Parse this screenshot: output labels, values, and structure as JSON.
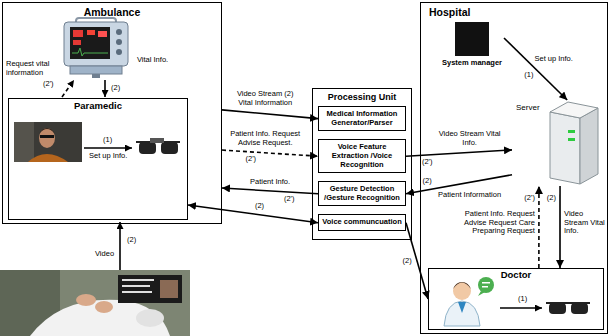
{
  "diagram": {
    "nodes": [
      {
        "text": [
          "Ambulance"
        ]
      },
      {
        "text": [
          "Paramedic"
        ],
        "in": 0
      },
      {
        "text": [
          "Processing Unit"
        ]
      },
      {
        "text": [
          "Medical Information Generator/Parser"
        ],
        "in": 2
      },
      {
        "text": [
          "Voice Feature Extraction /Voice Recognition"
        ],
        "in": 2
      },
      {
        "text": [
          "Gesture Detection /Gesture Recognition"
        ],
        "in": 2
      },
      {
        "text": [
          "Voice communcuation"
        ],
        "in": 2
      },
      {
        "text": [
          "Hospital"
        ]
      },
      {
        "text": [
          "System manager"
        ],
        "in": 7
      },
      {
        "text": [
          "Server"
        ],
        "in": 7
      },
      {
        "text": [
          "Doctor"
        ],
        "in": 7
      }
    ],
    "edges": [
      {
        "from": 0,
        "to": 3,
        "label": "Video Stream (2) Vital Information",
        "arrow": "to"
      },
      {
        "from": 0,
        "to": 4,
        "label": "Patient Info. Request Advise Request.",
        "arrow": "to"
      },
      {
        "from": 5,
        "to": 0,
        "label": "Patient Info.",
        "arrow": "to"
      },
      {
        "from": 1,
        "to": 6,
        "label": "(2)",
        "arrow": "both"
      },
      {
        "from": 6,
        "to": 10,
        "label": "(2)",
        "arrow": "to"
      },
      {
        "from": 4,
        "to": 9,
        "label": "Video Stream Vital Info.",
        "arrow": "to"
      },
      {
        "from": 9,
        "to": 5,
        "label": "Patient Information",
        "arrow": "to"
      },
      {
        "from": 8,
        "to": 9,
        "label": "Set up Info.",
        "arrow": "to"
      },
      {
        "from": 9,
        "to": 10,
        "label": "Video Stream Vital Info.",
        "arrow": "to"
      },
      {
        "from": 10,
        "to": 9,
        "label": "Patient Info. Request Advise Request Care Preparing Request",
        "arrow": "to"
      }
    ],
    "labels": [
      "Request vital information",
      "(2')",
      "Vital Info.",
      "(2)",
      "(1)",
      "Set up Info.",
      "(2)",
      "Video",
      "(2')",
      "(2')",
      "(2')",
      "(2)",
      "(1)",
      "(2)",
      "(2')",
      "(1)"
    ]
  }
}
